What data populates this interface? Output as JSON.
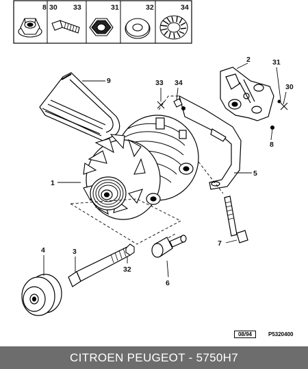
{
  "hardware_strip": [
    {
      "num": "8",
      "icon": "flange-nut-icon"
    },
    {
      "num": "30",
      "icon": "bolt-icon"
    },
    {
      "num": "33",
      "icon": "nut-icon"
    },
    {
      "num": "31",
      "icon": "flat-washer-icon"
    },
    {
      "num": "32",
      "icon": "plain-washer-icon"
    },
    {
      "num": "34",
      "icon": "lock-washer-icon"
    }
  ],
  "callouts": [
    "9",
    "2",
    "33",
    "34",
    "31",
    "30",
    "8",
    "1",
    "5",
    "7",
    "4",
    "3",
    "32",
    "6"
  ],
  "ref": {
    "date": "08/94",
    "code": "P5320400"
  },
  "footer": {
    "text": "CITROEN PEUGEOT - 5750H7"
  }
}
